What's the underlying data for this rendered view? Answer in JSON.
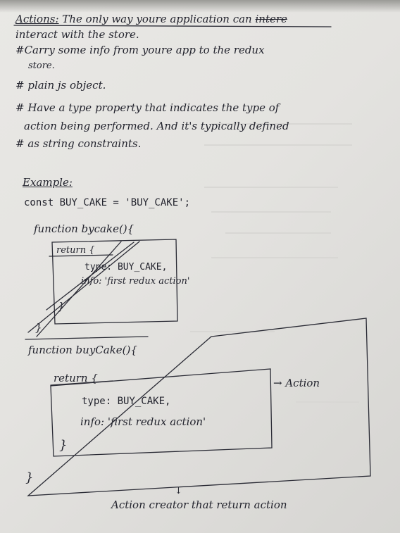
{
  "notes": {
    "line1": "Actions: The only way youre application can interact with the store.",
    "line1_heading": "Actions:",
    "line1_rest": "The only way youre application can",
    "line1_strike": "intere",
    "line2": "interact with the store.",
    "line3": "#Carry some info from youre app to the redux",
    "line4": "store.",
    "line5": "# plain js object.",
    "line6": "# Have a type property that indicates the type of",
    "line7": "action being performed. And it's typically defined",
    "line8": "# as string constraints.",
    "example_label": "Example:",
    "const_line": "const BUY_CAKE = 'BUY_CAKE';",
    "fn1": "function bycake(){",
    "ret1": "return {",
    "type1": "type: BUY_CAKE,",
    "info1": "info: 'first redux action'",
    "close1": "}",
    "close1b": "}",
    "fn2": "function buyCake(){",
    "ret2": "return {",
    "type2": "type: BUY_CAKE,",
    "info2": "info: 'first redux action'",
    "close2": "}",
    "close2b": "}",
    "action_label": "→ Action",
    "arrow_down": "↓",
    "creator_label": "Action creator that return action"
  }
}
